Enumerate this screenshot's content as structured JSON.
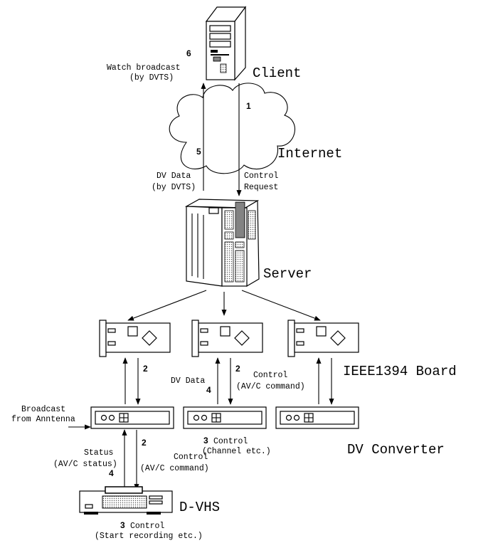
{
  "labels": {
    "client": "Client",
    "internet": "Internet",
    "server": "Server",
    "ieee_board": "IEEE1394 Board",
    "dv_converter": "DV Converter",
    "dvhs": "D-VHS"
  },
  "annotations": {
    "watch_line1": "Watch broadcast",
    "watch_line2": "(by DVTS)",
    "dv_data_line1": "DV Data",
    "dv_data_line2": "(by DVTS)",
    "control_request_line1": "Control",
    "control_request_line2": "Request",
    "dv_data_mid": "DV Data",
    "control_avc_line1": "Control",
    "control_avc_line2": "(AV/C command)",
    "broadcast_line1": "Broadcast",
    "broadcast_line2": "from Anntenna",
    "status_line1": "Status",
    "status_line2": "(AV/C status)",
    "control_avc2_line1": "Control",
    "control_avc2_line2": "(AV/C command)",
    "channel_line1": "Control",
    "channel_line2": "(Channel etc.)",
    "recording_line1": "Control",
    "recording_line2": "(Start recording etc.)"
  },
  "steps": {
    "s1": "1",
    "s2a": "2",
    "s2b": "2",
    "s2c": "2",
    "s3a": "3",
    "s3b": "3",
    "s4a": "4",
    "s4b": "4",
    "s5": "5",
    "s6": "6"
  }
}
